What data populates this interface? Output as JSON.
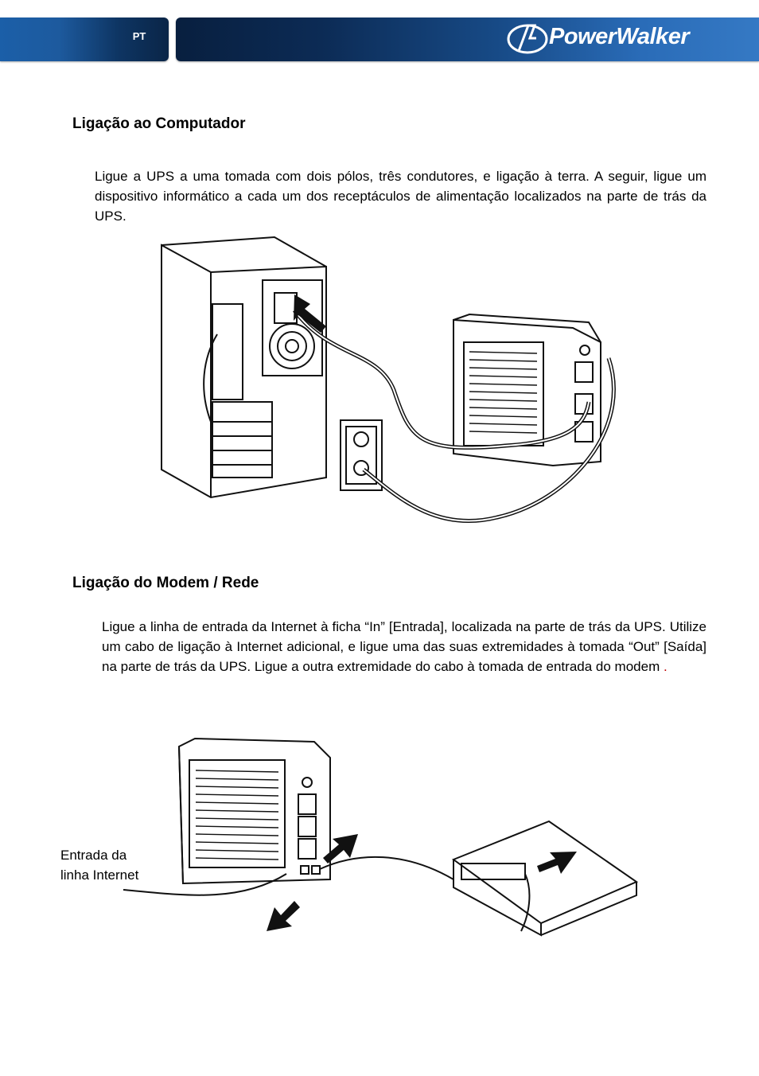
{
  "header": {
    "language": "PT",
    "brand": "PowerWalker"
  },
  "section1": {
    "title": "Ligação ao Computador",
    "body": "Ligue a UPS a uma tomada com dois pólos, três condutores, e ligação à terra. A seguir, ligue um dispositivo informático a cada um dos receptáculos de alimentação localizados na parte de trás da UPS."
  },
  "section2": {
    "title": "Ligação do Modem / Rede",
    "body": "Ligue a linha de entrada da Internet à ficha “In” [Entrada], localizada na parte de trás da UPS. Utilize um cabo de ligação à Internet adicional, e ligue uma das suas extremidades à tomada “Out” [Saída] na parte de trás da UPS. Ligue a outra extremidade do cabo à tomada de entrada do modem",
    "trailing_mark": ".",
    "caption_line1": "Entrada da",
    "caption_line2": "linha Internet"
  }
}
